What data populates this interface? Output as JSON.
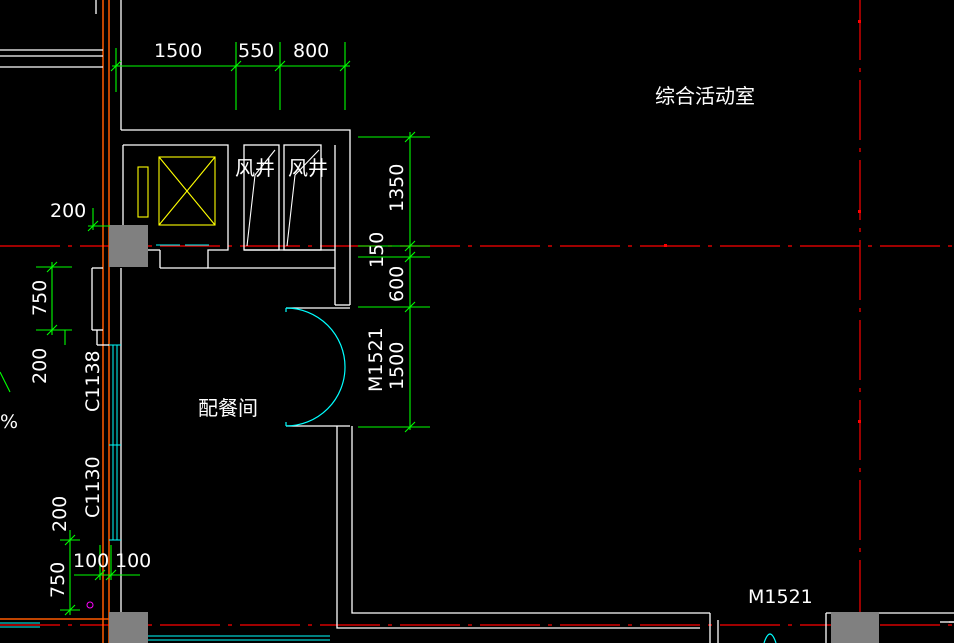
{
  "rooms": {
    "activity_room": "综合活动室",
    "pantry": "配餐间",
    "shaft_left": "风井",
    "shaft_right": "风井"
  },
  "dimensions": {
    "top_1": "1500",
    "top_2": "550",
    "top_3": "800",
    "right_1": "1350",
    "right_2": "150",
    "right_3": "600",
    "right_4": "1500",
    "left_200_top": "200",
    "left_750_top": "750",
    "left_200_mid": "200",
    "left_200_bottom": "200",
    "left_750_bottom": "750",
    "bottom_100_a": "100",
    "bottom_100_b": "100"
  },
  "openings": {
    "window_upper": "C1138",
    "window_lower": "C1130",
    "door_right": "M1521",
    "door_bottom": "M1521"
  },
  "fragments": {
    "left_edge": "%"
  },
  "colors": {
    "background": "#000000",
    "axis": "#ff0000",
    "wall": "#ffffff",
    "dimension": "#00ff00",
    "door": "#00ffff",
    "column": "#808080",
    "elevator": "#ffff00",
    "wall_frame": "#ff5a00"
  }
}
